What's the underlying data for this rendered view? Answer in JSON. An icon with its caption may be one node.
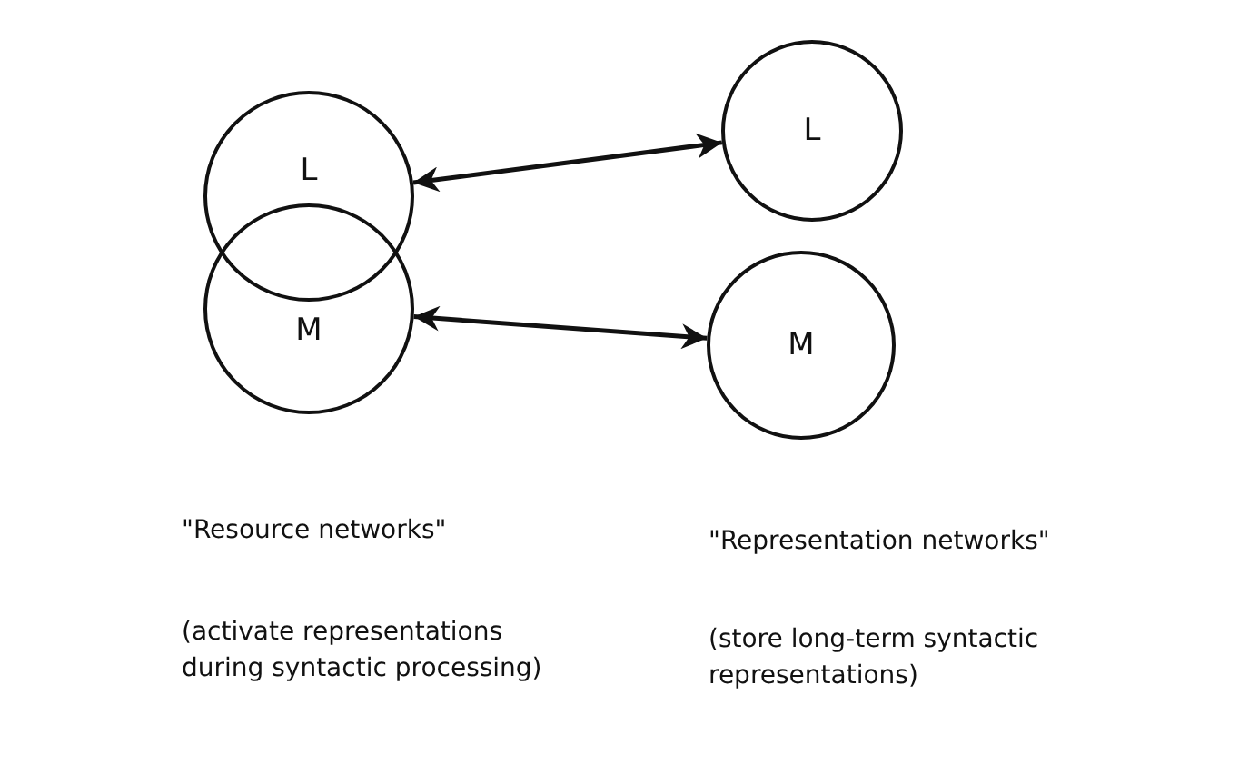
{
  "diagram": {
    "nodes": [
      {
        "text": [
          "L"
        ]
      },
      {
        "text": [
          "M"
        ]
      },
      {
        "text": [
          "L"
        ]
      },
      {
        "text": [
          "M"
        ]
      }
    ],
    "edges": [
      {
        "from": 0,
        "to": 2,
        "arrow": "both"
      },
      {
        "from": 1,
        "to": 3,
        "arrow": "both"
      }
    ],
    "labels": [
      "\"Resource networks\"",
      "\"Representation networks\"",
      "(activate representations during syntactic processing)",
      "(store long-term syntactic representations)"
    ]
  }
}
